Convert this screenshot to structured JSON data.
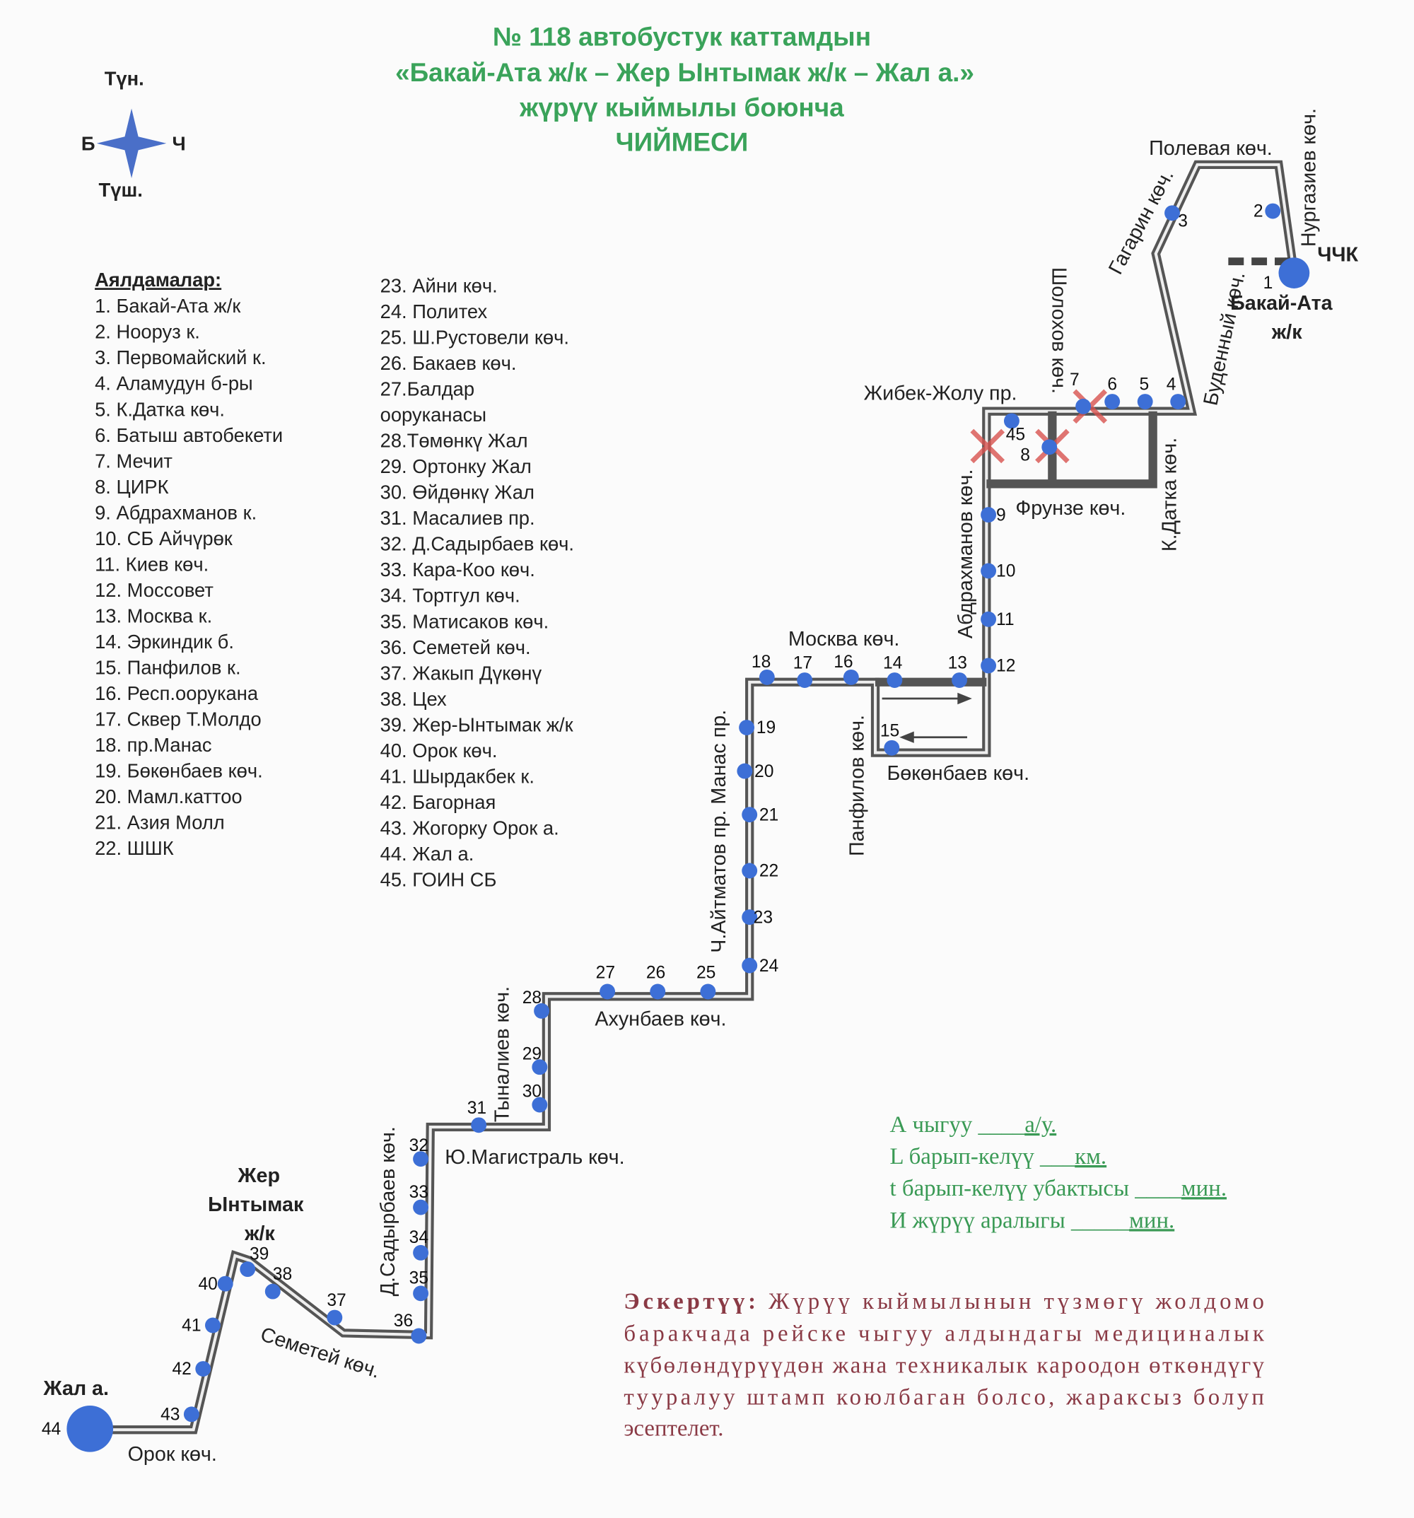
{
  "title": {
    "line1": "№ 118  автобустук каттамдын",
    "line2": "«Бакай-Ата ж/к – Жер Ынтымак ж/к – Жал а.»",
    "line3": "жүрүү кыймылы боюнча",
    "line4": "ЧИЙМЕСИ"
  },
  "compass": {
    "north": "Түн.",
    "south": "Түш.",
    "west": "Б",
    "east": "Ч"
  },
  "legend": {
    "heading": "Аялдамалар:",
    "col1": [
      "1. Бакай-Ата ж/к",
      "2.  Нооруз к.",
      "3. Первомайский к.",
      "4. Аламудун б-ры",
      "5. К.Датка көч.",
      "6. Батыш автобекети",
      "7. Мечит",
      "8. ЦИРК",
      "9. Абдрахманов к.",
      "10. СБ Айчүрөк",
      "11. Киев көч.",
      "12. Моссовет",
      "13. Москва к.",
      "14. Эркиндик б.",
      "15. Панфилов к.",
      "16. Респ.оорукана",
      "17. Сквер Т.Молдо",
      "18. пр.Манас",
      "19. Бөкөнбаев көч.",
      "20. Мамл.каттоо",
      "21. Азия Молл",
      "22. ШШК"
    ],
    "col2": [
      "23. Айни көч.",
      "24. Политех",
      "25. Ш.Рустовели көч.",
      "26. Бакаев көч.",
      "27.Балдар",
      "ооруканасы",
      "28.Төмөнкү Жал",
      "29. Ортонку Жал",
      "30. Өйдөнкү Жал",
      "31. Масалиев пр.",
      "32. Д.Садырбаев көч.",
      "33. Кара-Коо көч.",
      "34. Тортгул көч.",
      "35. Матисаков көч.",
      "36. Семетей көч.",
      "37. Жакып Дүкөнү",
      "38. Цех",
      "39. Жер-Ынтымак ж/к",
      "40. Орок көч.",
      "41. Шырдакбек к.",
      "42. Багорная",
      "43. Жогорку Орок а.",
      "44. Жал а.",
      "45. ГОИН СБ"
    ]
  },
  "streets": {
    "polevaya": "Полевая көч.",
    "nurgaziev": "Нургазиев көч.",
    "gagarin": "Гагарин көч.",
    "budenny": "Буденный көч.",
    "chchk": "ЧЧК",
    "bakai_ata_1": "Бакай-Ата",
    "bakai_ata_2": "ж/к",
    "sholokhov": "Шолохов көч.",
    "zhibek_zholu": "Жибек-Жолу пр.",
    "frunze": "Фрунзе көч.",
    "k_datka": "К.Датка көч.",
    "abdrakhmanov": "Абдрахманов көч.",
    "moskva": "Москва көч.",
    "panfilov": "Панфилов көч.",
    "bokonbaev": "Бөкөнбаев көч.",
    "aitmatov": "Ч.Айтматов пр. Манас пр.",
    "akhunbaev": "Ахунбаев көч.",
    "tynaliev": "Тыналиев көч.",
    "yu_magistral": "Ю.Магистраль көч.",
    "sadyrbaev": "Д.Садырбаев көч.",
    "zher_1": "Жер",
    "zher_2": "Ынтымак",
    "zher_3": "ж/к",
    "semetei": "Семетей көч.",
    "zhal": "Жал а.",
    "orok": "Орок көч."
  },
  "info": {
    "a_label": "А чыгуу ",
    "a_unit": "а/у.",
    "l_label": "L барып-келүү ",
    "l_unit": "км.",
    "t_label": "t барып-келүү убактысы ",
    "t_unit": "мин.",
    "i_label": "И жүрүү аралыгы ",
    "i_unit": "мин."
  },
  "note": {
    "heading": "Эскертүү:",
    "lines": [
      "Жүрүү  кыймылынын  түзмөгү  жолдомо",
      "баракчада  рейске  чыгуу  алдындагы  медициналык",
      "күбөлөндүрүүдөн жана техникалык кароодон өткөндүгү",
      "тууралуу  штамп  коюлбаган  болсо,  жараксыз  болуп",
      "эсептелет."
    ],
    "first_line": "Жүрүү  кыймылынын  түзмөгү  жолдомо"
  },
  "stops": [
    "1",
    "2",
    "3",
    "4",
    "5",
    "6",
    "7",
    "8",
    "9",
    "10",
    "11",
    "12",
    "13",
    "14",
    "15",
    "16",
    "17",
    "18",
    "19",
    "20",
    "21",
    "22",
    "23",
    "24",
    "25",
    "26",
    "27",
    "28",
    "29",
    "30",
    "31",
    "32",
    "33",
    "34",
    "35",
    "36",
    "37",
    "38",
    "39",
    "40",
    "41",
    "42",
    "43",
    "44",
    "45"
  ],
  "colors": {
    "title": "#3aa35a",
    "stop": "#3d6fd6",
    "road": "#555555",
    "cross": "#d9534f",
    "note": "#8a3a45",
    "info": "#3a9a55"
  }
}
